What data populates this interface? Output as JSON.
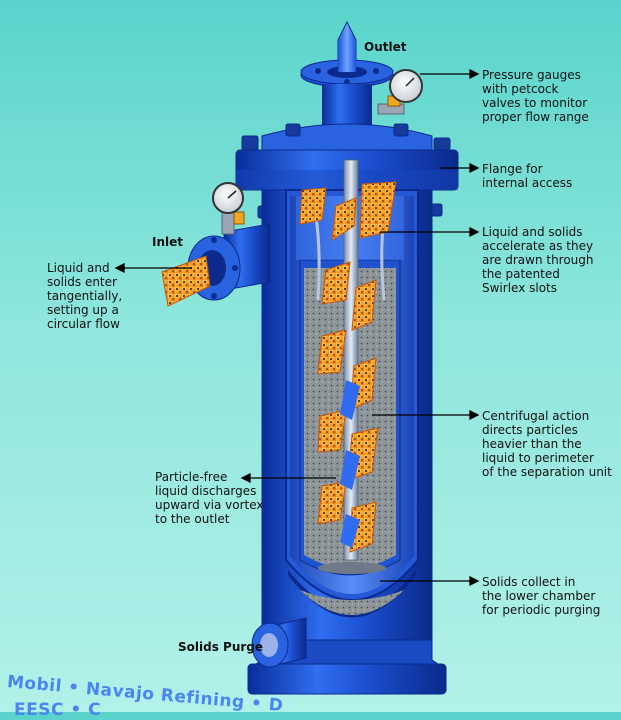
{
  "labels": {
    "outlet": "Outlet",
    "inlet": "Inlet",
    "solids_purge": "Solids Purge",
    "pressure_gauges": [
      "Pressure gauges",
      "with petcock",
      "valves to monitor",
      "proper flow range"
    ],
    "flange": [
      "Flange for",
      "internal access"
    ],
    "accelerate": [
      "Liquid and solids",
      "accelerate as they",
      "are drawn through",
      "the patented",
      "Swirlex slots"
    ],
    "enter": [
      "Liquid and",
      "solids enter",
      "tangentially,",
      "setting up a",
      "circular flow"
    ],
    "centrifugal": [
      "Centrifugal action",
      "directs particles",
      "heavier than the",
      "liquid to perimeter",
      "of the separation unit"
    ],
    "particle_free": [
      "Particle-free",
      "liquid discharges",
      "upward via vortex",
      "to the outlet"
    ],
    "solids_collect": [
      "Solids collect in",
      "the lower chamber",
      "for periodic purging"
    ]
  },
  "footer": {
    "line1": "Mobil • Navajo Refining • D",
    "line2": "EESC • C"
  },
  "colors": {
    "vessel_blue": "#1f56cf",
    "vessel_dark": "#0b2a8c",
    "interior_gray": "#8e9599",
    "flow_orange": "#f08a1c",
    "flow_yellow": "#ffc23a",
    "background": "#7fe0d6"
  }
}
